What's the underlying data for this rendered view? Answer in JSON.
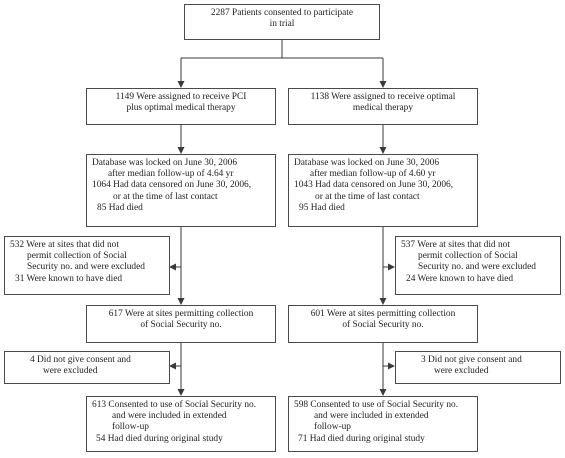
{
  "enrollment": {
    "lines": [
      "2287 Patients consented to participate",
      "in trial"
    ]
  },
  "pci_arm": {
    "assigned": [
      "1149 Were assigned to receive PCI",
      "plus optimal medical therapy"
    ],
    "database": [
      "Database was locked on June 30, 2006",
      "after median follow-up of 4.64 yr",
      "1064 Had data censored on June 30, 2006,",
      "or at the time of last contact",
      "85 Had died"
    ],
    "excluded_sites": [
      "532 Were at sites that did not",
      "permit collection of Social",
      "Security no. and were excluded",
      "31 Were known to have died"
    ],
    "permitting_sites": [
      "617 Were at sites permitting collection",
      "of Social Security no."
    ],
    "no_consent": [
      "4 Did not give consent and",
      "were excluded"
    ],
    "consented": [
      "613 Consented to use of Social Security no.",
      "and were included in extended",
      "follow-up",
      "54 Had died during original study"
    ]
  },
  "omt_arm": {
    "assigned": [
      "1138 Were assigned to receive optimal",
      "medical therapy"
    ],
    "database": [
      "Database was locked on June 30, 2006",
      "after median follow-up of 4.60 yr",
      "1043 Had data censored on June 30, 2006,",
      "or at the time of last contact",
      "95 Had died"
    ],
    "excluded_sites": [
      "537 Were at sites that did not",
      "permit collection of Social",
      "Security no. and were excluded",
      "24 Were known to have died"
    ],
    "permitting_sites": [
      "601 Were at sites permitting collection",
      "of Social Security no."
    ],
    "no_consent": [
      "3 Did not give consent and",
      "were excluded"
    ],
    "consented": [
      "598 Consented to use of Social Security no.",
      "and were included in extended",
      "follow-up",
      "71 Had died during original study"
    ]
  }
}
